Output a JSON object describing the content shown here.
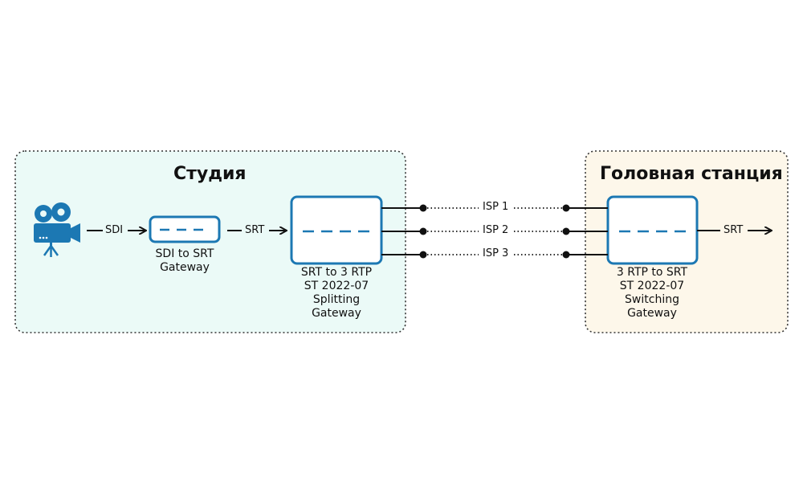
{
  "colors": {
    "studio_fill": "#ebfaf7",
    "head_fill": "#fdf7ea",
    "box_stroke": "#1c78b3",
    "box_dash": "#1c78b3",
    "camera": "#1c78b3",
    "line": "#111111"
  },
  "studio": {
    "title": "Студия"
  },
  "head_station": {
    "title": "Головная станция"
  },
  "camera": {
    "icon": "video-camera-icon"
  },
  "links": {
    "sdi": "SDI",
    "srt_1": "SRT",
    "srt_out": "SRT",
    "isp_1": "ISP 1",
    "isp_2": "ISP 2",
    "isp_3": "ISP 3"
  },
  "gateway_sdi": {
    "line1": "SDI to SRT",
    "line2": "Gateway"
  },
  "gateway_split": {
    "line1": "SRT to 3 RTP",
    "line2": "ST 2022-07",
    "line3": "Splitting",
    "line4": "Gateway"
  },
  "gateway_switch": {
    "line1": "3 RTP to SRT",
    "line2": "ST 2022-07",
    "line3": "Switching",
    "line4": "Gateway"
  }
}
